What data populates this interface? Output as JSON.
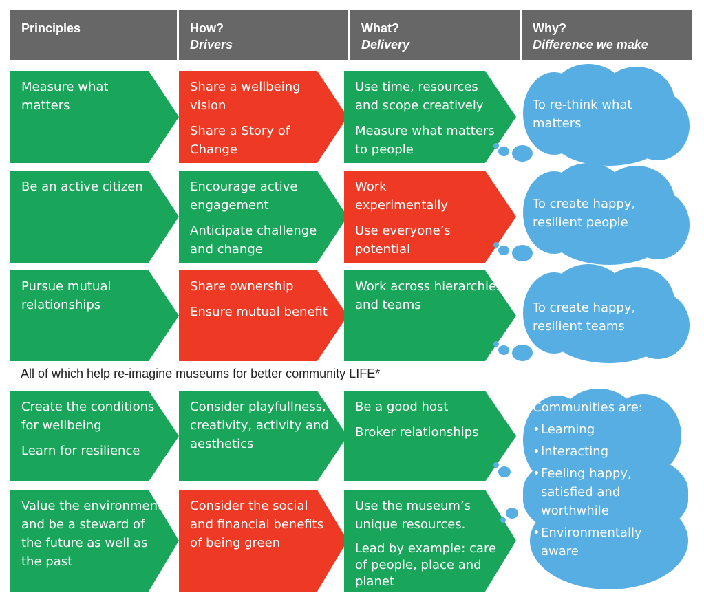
{
  "header": {
    "principles": "Principles",
    "how": "How?",
    "drivers": "Drivers",
    "what": "What?",
    "delivery": "Delivery",
    "why": "Why?",
    "difference": "Difference we make"
  },
  "rows": [
    {
      "principle": [
        "Measure what matters"
      ],
      "drivers": [
        "Share a wellbeing vision",
        "Share a Story of Change"
      ],
      "delivery": [
        "Use time, resources and scope creatively",
        "Measure what matters to people"
      ],
      "why": "To re-think what matters"
    },
    {
      "principle": [
        "Be an active citizen"
      ],
      "drivers": [
        "Encourage active engagement",
        "Anticipate challenge and change"
      ],
      "delivery": [
        "Work experimentally",
        "Use everyone’s potential"
      ],
      "why": "To create happy, resilient people"
    },
    {
      "principle": [
        "Pursue mutual relationships"
      ],
      "drivers": [
        "Share ownership",
        "Ensure mutual benefit"
      ],
      "delivery": [
        "Work across hierarchies and teams"
      ],
      "why": "To create happy, resilient teams"
    },
    {
      "principle": [
        "Create the conditions for wellbeing",
        "Learn for resilience"
      ],
      "drivers": [
        "Consider playfullness, creativity, activity and aesthetics"
      ],
      "delivery": [
        "Be a good host",
        "Broker relationships"
      ]
    },
    {
      "principle": [
        "Value the environment and be a steward of the future as well as the past"
      ],
      "drivers": [
        "Consider the social and financial benefits of being green"
      ],
      "delivery": [
        "Use the museum’s unique resources.",
        "Lead by example: care of people, place and planet"
      ]
    }
  ],
  "footer": "All of which help re-imagine museums for better community LIFE*",
  "communities": {
    "title": "Communities are:",
    "items": [
      "Learning",
      "Interacting",
      "Feeling happy, satisfied and worthwhile",
      "Environmentally aware"
    ]
  },
  "colors": {
    "green": "#1aa65a",
    "red": "#ee3a24",
    "blue": "#56aee2",
    "header": "#676767"
  }
}
